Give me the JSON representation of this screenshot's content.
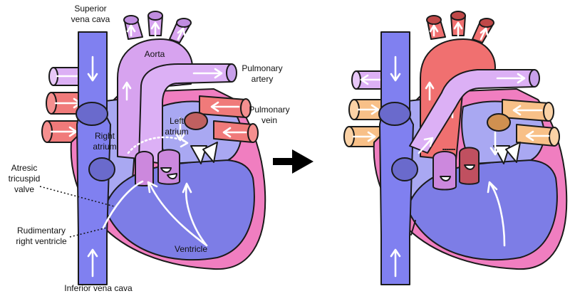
{
  "labels": {
    "superior_vena_cava": [
      "Superior",
      "vena cava"
    ],
    "aorta": "Aorta",
    "pulmonary_artery": [
      "Pulmonary",
      "artery"
    ],
    "pulmonary_vein": [
      "Pulmonary",
      "vein"
    ],
    "right_atrium": [
      "Right",
      "atrium"
    ],
    "left_atrium": [
      "Left",
      "atrium"
    ],
    "atresic_tricuspid_valve": [
      "Atresic",
      "tricuspid",
      "valve"
    ],
    "rudimentary_right_ventricle": [
      "Rudimentary",
      "right ventricle"
    ],
    "ventricle": "Ventricle",
    "inferior_vena_cava": "Inferior vena cava"
  },
  "colors": {
    "vena_cava": "#8080f0",
    "aorta_before": "#d7a3ef",
    "aorta_after": "#f07070",
    "pulmonary_artery": "#dcb0f5",
    "pulmonary_vein_before": "#f07a7a",
    "pulmonary_vein_after": "#f8c088",
    "heart_wall": "#f07ec0",
    "atrium": "#a9a8f2",
    "ventricle": "#7d7de6",
    "valve": "#cc88dd",
    "arrow": "#000000"
  }
}
